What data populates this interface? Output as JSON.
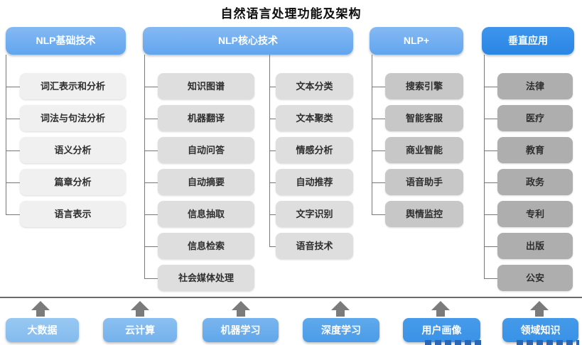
{
  "title": "自然语言处理功能及架构",
  "columns": [
    {
      "header": "NLP基础技术",
      "items": [
        "词汇表示和分析",
        "词法与句法分析",
        "语义分析",
        "篇章分析",
        "语言表示"
      ]
    },
    {
      "header": "NLP核心技术",
      "items_left": [
        "知识图谱",
        "机器翻译",
        "自动问答",
        "自动摘要",
        "信息抽取",
        "信息检索",
        "社会媒体处理"
      ],
      "items_right": [
        "文本分类",
        "文本聚类",
        "情感分析",
        "自动推荐",
        "文字识别",
        "语音技术"
      ]
    },
    {
      "header": "NLP+",
      "items": [
        "搜索引擎",
        "智能客服",
        "商业智能",
        "语音助手",
        "舆情监控"
      ]
    },
    {
      "header": "垂直应用",
      "items": [
        "法律",
        "医疗",
        "教育",
        "政务",
        "专利",
        "出版",
        "公安"
      ]
    }
  ],
  "foundation": [
    "大数据",
    "云计算",
    "机器学习",
    "深度学习",
    "用户画像",
    "领域知识"
  ],
  "colors": {
    "header_blue": "#6aabf0",
    "header_blue_dark": "#2f8ce8",
    "node_gray_1": "#f0f0f0",
    "node_gray_2": "#dedede",
    "node_gray_3": "#c7c7c7",
    "node_gray_4": "#aeaeae",
    "foundation_boxes": [
      "#8dc1f0",
      "#7fb8ef",
      "#6cadee",
      "#55a2ea",
      "#3f96e8",
      "#3c94e8"
    ],
    "connector_gray": "#777777",
    "arrow_gray": "#7b7b7b"
  }
}
